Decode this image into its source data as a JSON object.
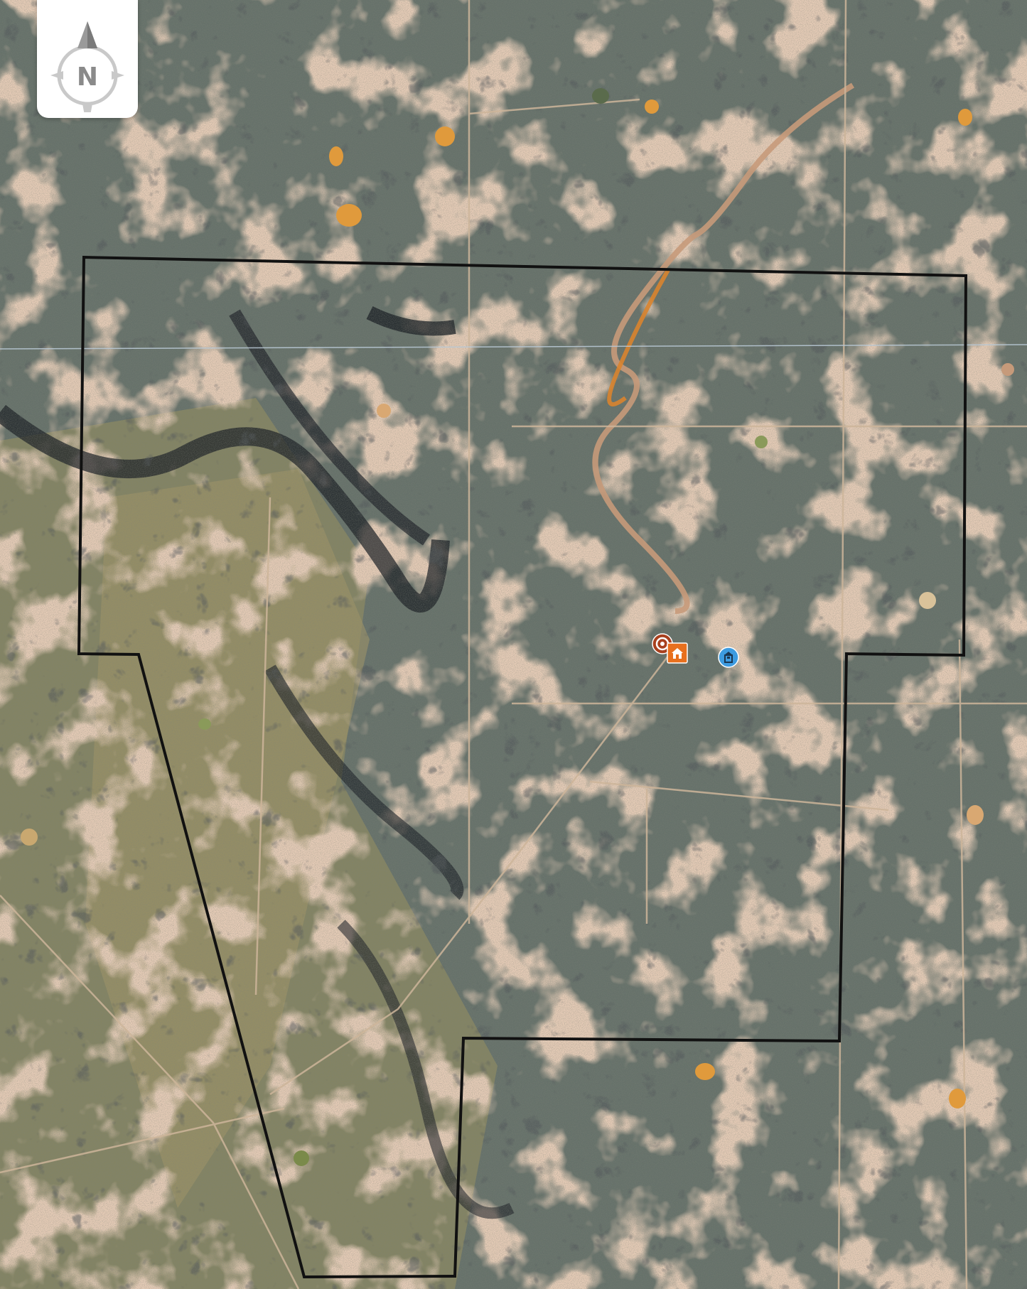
{
  "compass": {
    "label": "N",
    "icon": "compass-north-icon"
  },
  "map": {
    "imagery": "satellite",
    "boundary_color": "#111111"
  },
  "markers": [
    {
      "name": "target-marker",
      "icon": "target-icon",
      "color": "#a8401e"
    },
    {
      "name": "home-marker",
      "icon": "home-icon",
      "color": "#e8701e"
    },
    {
      "name": "blind-marker",
      "icon": "hunting-blind-icon",
      "color": "#3d9be0"
    }
  ],
  "colors": {
    "terrain_base": "#5f6a63",
    "clay": "#c69a7a",
    "pond_orange": "#e09a3c",
    "grass": "#9a9060"
  }
}
